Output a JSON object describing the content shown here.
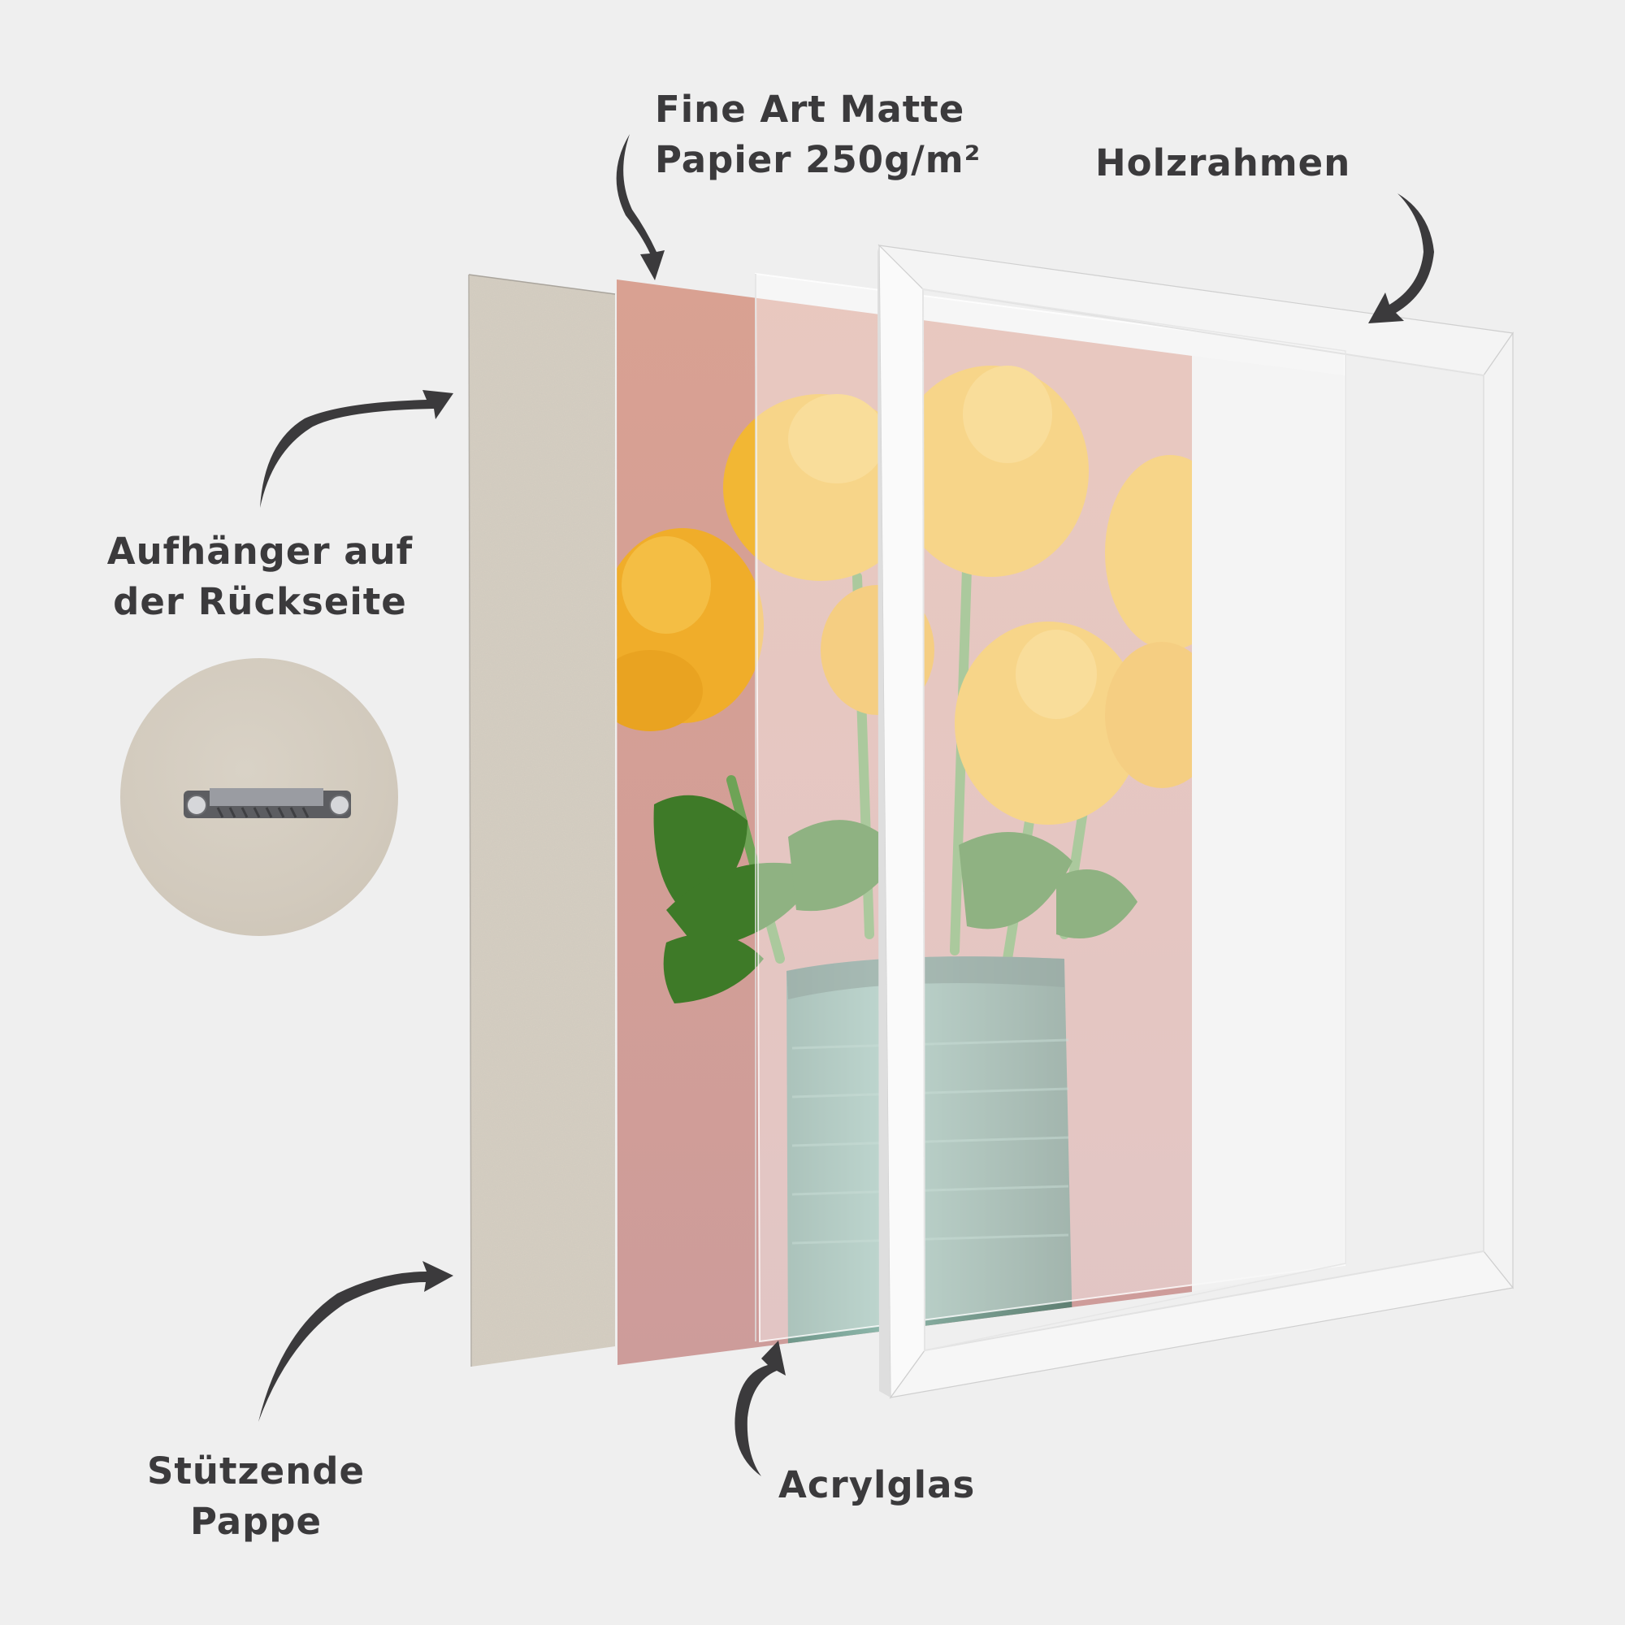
{
  "labels": {
    "paper": [
      "Fine Art Matte",
      "Papier 250g/m²"
    ],
    "frame": [
      "Holzrahmen"
    ],
    "hanger": [
      "Aufhänger auf",
      "der Rückseite"
    ],
    "board": [
      "Stützende",
      "Pappe"
    ],
    "acrylic": [
      "Acrylglas"
    ]
  },
  "layers": [
    {
      "id": "board",
      "name": "Stützende Pappe",
      "color": "#d6cfc3"
    },
    {
      "id": "print",
      "name": "Fine Art Matte Papier 250g/m²",
      "color": "#d4a097"
    },
    {
      "id": "acrylic",
      "name": "Acrylglas",
      "color": "#ffffff"
    },
    {
      "id": "frame",
      "name": "Holzrahmen",
      "color": "#f6f6f6"
    }
  ],
  "colors": {
    "background": "#efefef",
    "text": "#3b3a3c",
    "arrow": "#3b3a3c",
    "cardboard": "#d6cfc3",
    "print_bg": "#d4a097",
    "rose": "#f2b531",
    "rose_faded": "#f2cd73",
    "leaf": "#3f7a2a",
    "vase": "#7fa898"
  }
}
